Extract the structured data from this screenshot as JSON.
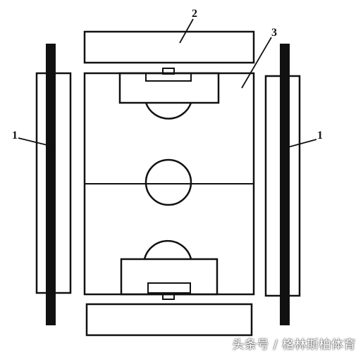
{
  "labels": {
    "left_track": "1",
    "top_stand": "2",
    "field": "3",
    "right_track": "1"
  },
  "watermark": "头条号 / 格林斯柏体育",
  "colors": {
    "line": "#111111",
    "background": "#ffffff"
  }
}
